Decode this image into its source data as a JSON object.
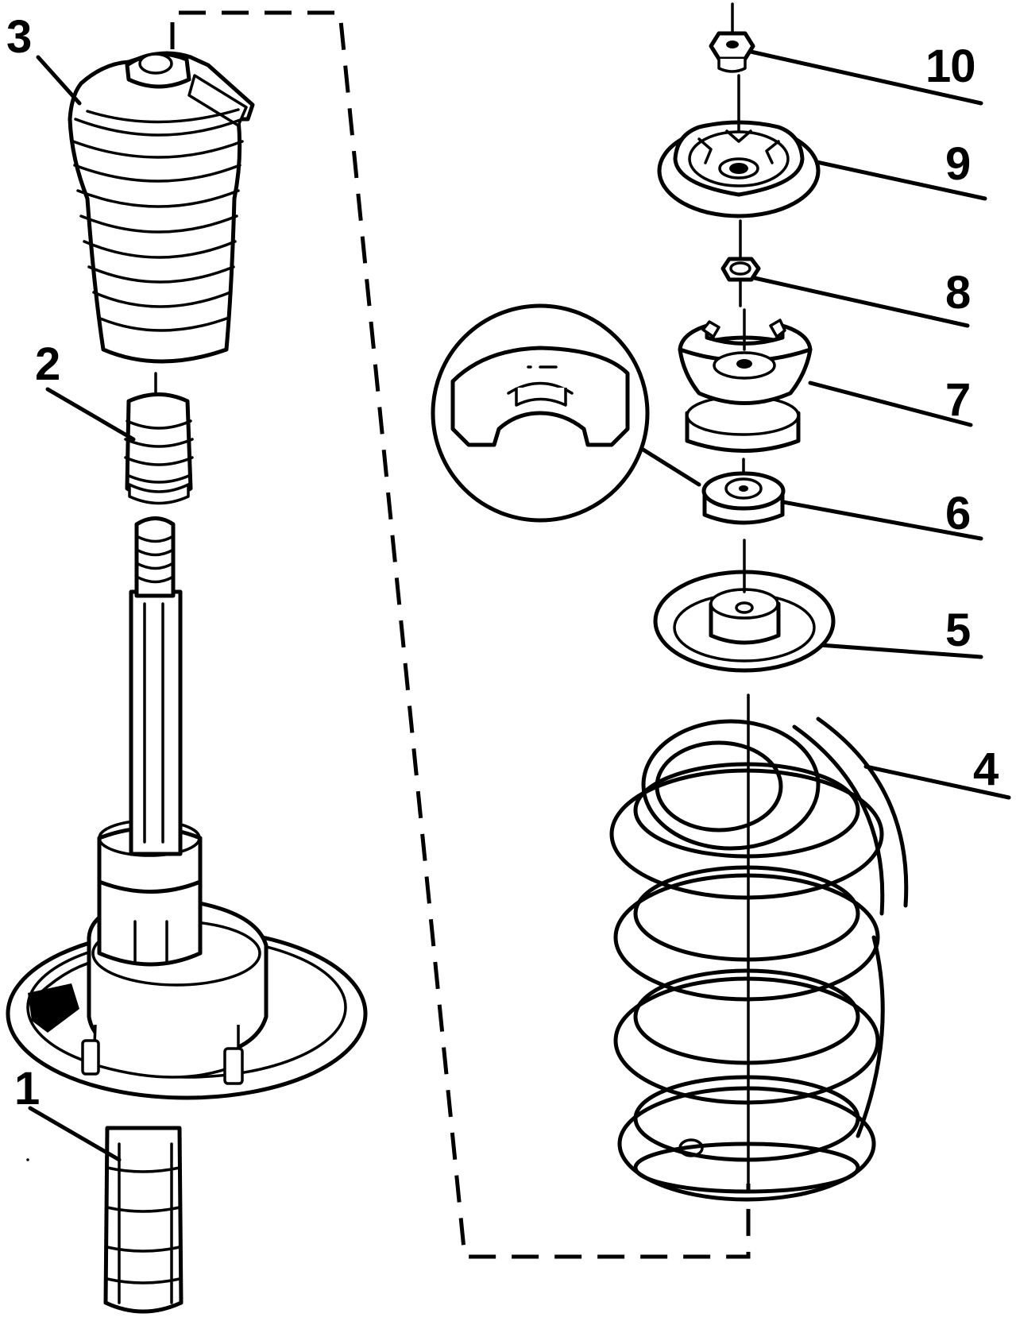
{
  "diagram": {
    "callouts": [
      {
        "id": "1",
        "label": "1"
      },
      {
        "id": "2",
        "label": "2"
      },
      {
        "id": "3",
        "label": "3"
      },
      {
        "id": "4",
        "label": "4"
      },
      {
        "id": "5",
        "label": "5"
      },
      {
        "id": "6",
        "label": "6"
      },
      {
        "id": "7",
        "label": "7"
      },
      {
        "id": "8",
        "label": "8"
      },
      {
        "id": "9",
        "label": "9"
      },
      {
        "id": "10",
        "label": "10"
      }
    ],
    "colors": {
      "ink": "#000000",
      "paper": "#ffffff"
    }
  }
}
